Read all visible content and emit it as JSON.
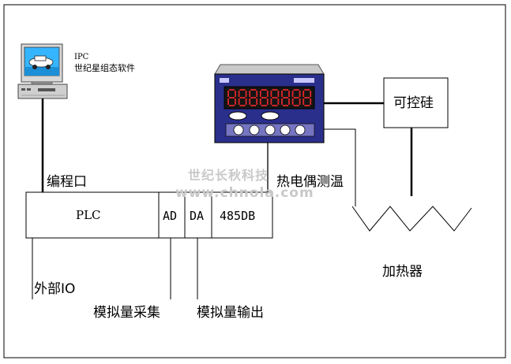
{
  "ipc": {
    "label_line1": "IPC",
    "label_line2": "世纪星组态软件"
  },
  "plc": {
    "label": "PLC",
    "ad_label": "AD",
    "da_label": "DA",
    "rs485_label": "485DB"
  },
  "labels": {
    "programming_port": "编程口",
    "external_io": "外部IO",
    "analog_acquisition": "模拟量采集",
    "analog_output": "模拟量输出",
    "thermocouple": "热电偶测温",
    "thyristor": "可控硅",
    "heater": "加热器"
  },
  "watermark": {
    "line1": "世纪长秋科技",
    "line2": "www.chnola.com"
  },
  "colors": {
    "controller_body": "#2a2f8c",
    "display_bg": "#141414",
    "led_digits": "#e0282a",
    "watermark": "#c9c9c9"
  }
}
